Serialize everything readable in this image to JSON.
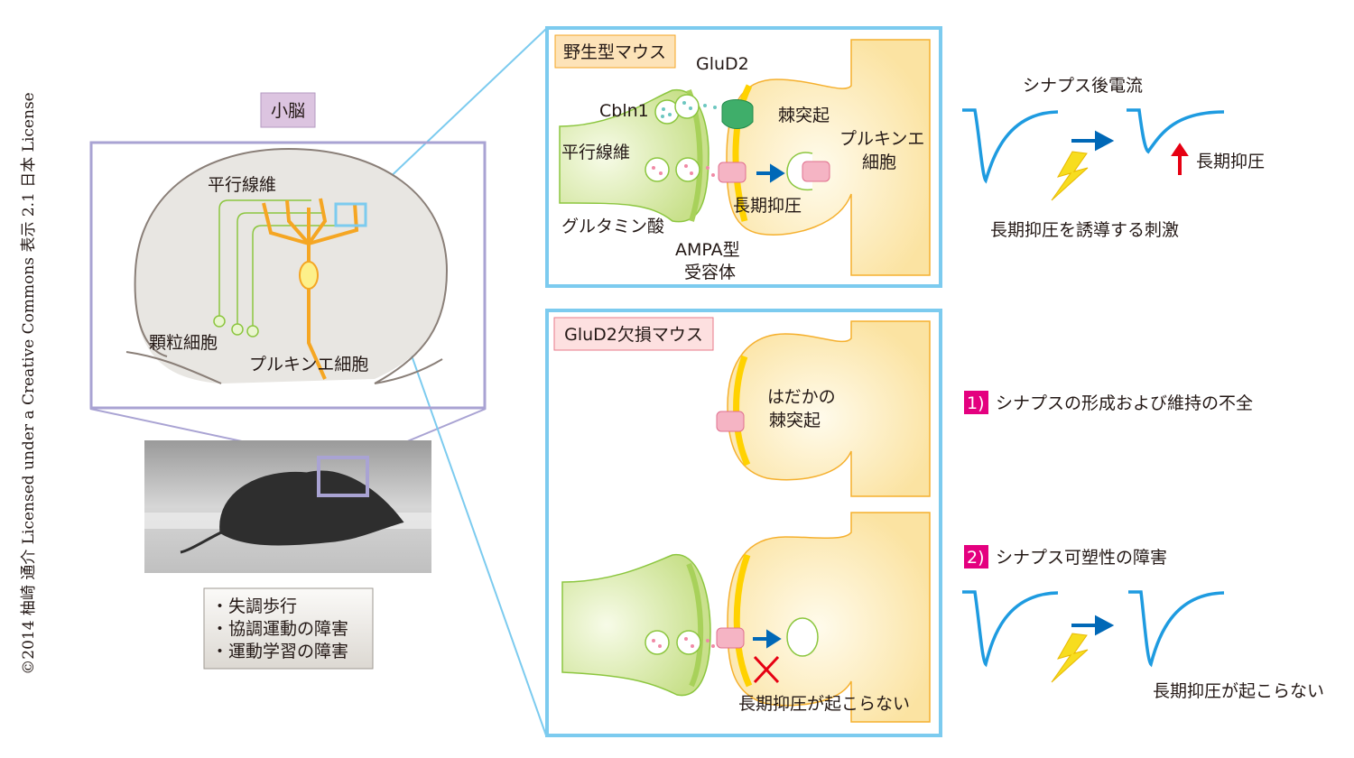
{
  "copyright": "©2014 柚崎 通介 Licensed under a Creative Commons 表示 2.1 日本 License",
  "cerebellum": {
    "title": "小脳",
    "parallel_fiber": "平行線維",
    "granule_cell": "顆粒細胞",
    "purkinje_cell": "プルキンエ細胞"
  },
  "symptoms": [
    "・失調歩行",
    "・協調運動の障害",
    "・運動学習の障害"
  ],
  "wildtype": {
    "title": "野生型マウス",
    "glud2": "GluD2",
    "cbln1": "Cbln1",
    "parallel_fiber": "平行線維",
    "glutamate": "グルタミン酸",
    "spine": "棘突起",
    "purkinje_line1": "プルキンエ",
    "purkinje_line2": "細胞",
    "ltd": "長期抑圧",
    "ampa_line1": "AMPA型",
    "ampa_line2": "受容体"
  },
  "knockout": {
    "title": "GluD2欠損マウス",
    "naked_spine_line1": "はだかの",
    "naked_spine_line2": "棘突起",
    "no_ltd": "長期抑圧が起こらない"
  },
  "right": {
    "epsc_title": "シナプス後電流",
    "ltd_label": "長期抑圧",
    "stimulus": "長期抑圧を誘導する刺激",
    "defect1_num": "1)",
    "defect1": "シナプスの形成および維持の不全",
    "defect2_num": "2)",
    "defect2": "シナプス可塑性の障害",
    "no_ltd": "長期抑圧が起こらない"
  },
  "colors": {
    "panel_border": "#7ccbef",
    "frame": "#a9a3d3",
    "purkinje_orange": "#f5a623",
    "fiber_green": "#8cc63f",
    "trace_blue": "#1e9be0",
    "arrow_blue": "#0068b7",
    "up_arrow_red": "#e60012",
    "badge_magenta": "#e4007f"
  }
}
